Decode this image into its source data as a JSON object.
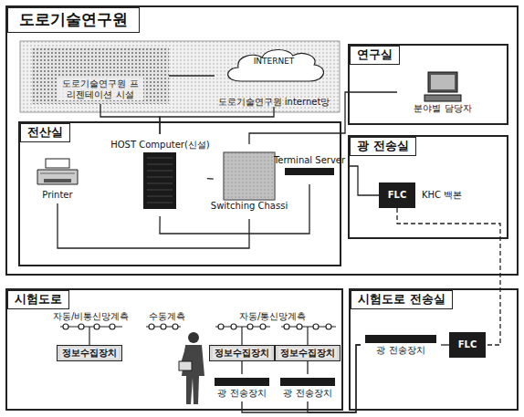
{
  "diagram": {
    "nodes": [
      {
        "text": [
          "도로기술연구원"
        ]
      },
      {
        "text": [
          "도로기술연구원 프리젠테이션 시설"
        ],
        "in": 0
      },
      {
        "text": [
          "INTERNET",
          "도로기술연구원 internet망"
        ],
        "in": 0
      },
      {
        "text": [
          "연구실"
        ],
        "in": 0
      },
      {
        "text": [
          "분야별 담당자"
        ],
        "in": 3
      },
      {
        "text": [
          "전산실"
        ],
        "in": 0
      },
      {
        "text": [
          "Printer"
        ],
        "in": 5
      },
      {
        "text": [
          "HOST Computer(신설)"
        ],
        "in": 5
      },
      {
        "text": [
          "Switching Chassi"
        ],
        "in": 5
      },
      {
        "text": [
          "Terminal Server"
        ],
        "in": 5
      },
      {
        "text": [
          "광 전송실"
        ],
        "in": 0
      },
      {
        "text": [
          "FLC"
        ],
        "in": 10
      },
      {
        "text": [
          "시험도로"
        ]
      },
      {
        "text": [
          "정보수집장치"
        ],
        "in": 12
      },
      {
        "text": [
          "정보수집장치"
        ],
        "in": 12
      },
      {
        "text": [
          "정보수집장치"
        ],
        "in": 12
      },
      {
        "text": [
          "광 전송장치"
        ],
        "in": 12
      },
      {
        "text": [
          "광 전송장치"
        ],
        "in": 12
      },
      {
        "text": [
          "시험도로 전송실"
        ]
      },
      {
        "text": [
          "광 전송장치"
        ],
        "in": 18
      },
      {
        "text": [
          "FLC"
        ],
        "in": 18
      }
    ],
    "edges": [
      {
        "from": 1,
        "to": 2,
        "arrow": "none"
      },
      {
        "from": 7,
        "to": 1,
        "arrow": "none"
      },
      {
        "from": 7,
        "to": 2,
        "arrow": "none"
      },
      {
        "from": 4,
        "to": 8,
        "arrow": "none"
      },
      {
        "from": 6,
        "to": 8,
        "arrow": "none"
      },
      {
        "from": 7,
        "to": 9,
        "arrow": "none"
      },
      {
        "from": 7,
        "to": 8,
        "arrow": "none"
      },
      {
        "from": 9,
        "to": 11,
        "arrow": "none"
      },
      {
        "from": 11,
        "to": 20,
        "arrow": "none"
      },
      {
        "from": 20,
        "to": 19,
        "arrow": "none"
      },
      {
        "from": 19,
        "to": 16,
        "arrow": "none"
      },
      {
        "from": 19,
        "to": 17,
        "arrow": "none"
      },
      {
        "from": 14,
        "to": 16,
        "arrow": "none"
      },
      {
        "from": 15,
        "to": 17,
        "arrow": "none"
      }
    ],
    "labels": [
      "KHC 백본",
      "자동/비통신망계측",
      "수동계측",
      "자동/통신망계측"
    ]
  }
}
